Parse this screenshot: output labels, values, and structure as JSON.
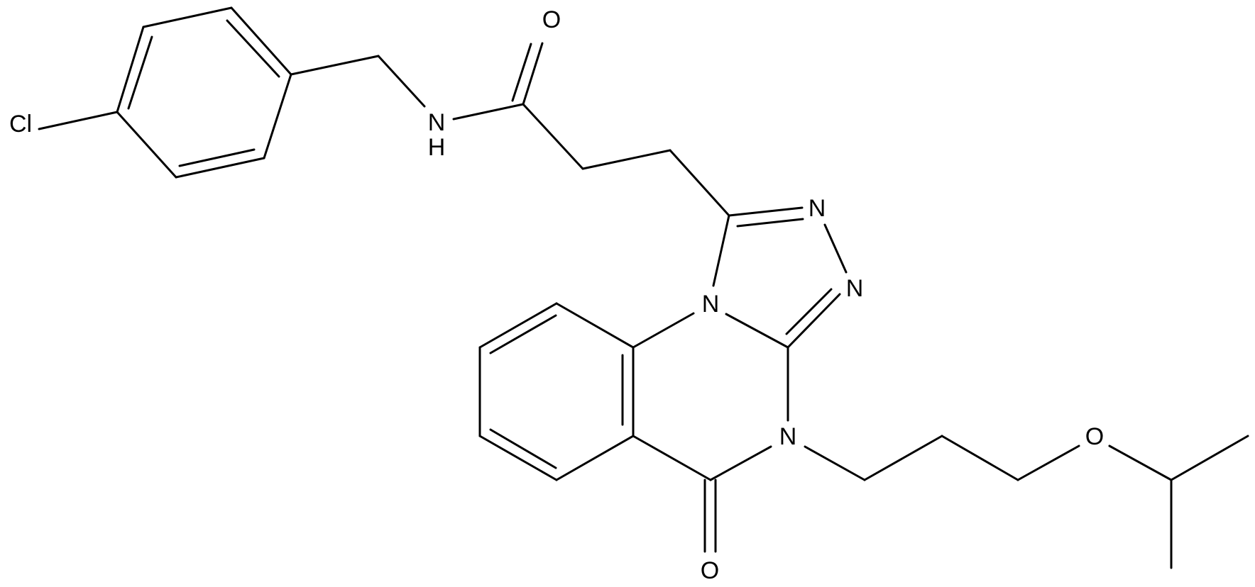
{
  "structure": {
    "atoms": {
      "cl": "Cl",
      "nh_n": "N",
      "nh_h": "H",
      "amide_o": "O",
      "triazole_n1": "N",
      "triazole_n2": "N",
      "ring_n_fused": "N",
      "ring_n_alkyl": "N",
      "ketone_o": "O",
      "ether_o": "O"
    }
  }
}
